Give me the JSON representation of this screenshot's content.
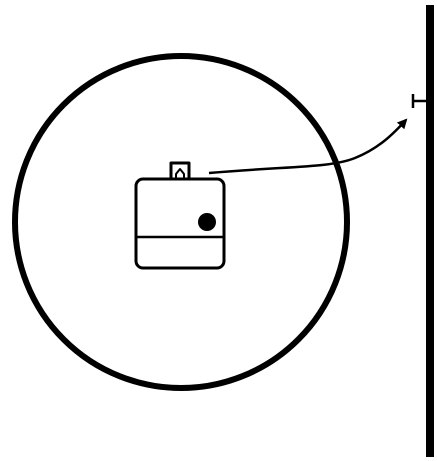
{
  "diagram": {
    "stroke_color": "#000000",
    "fill_color": "#ffffff",
    "parts": [
      {
        "key": "clock-face",
        "icon": "circle-outline"
      },
      {
        "key": "clock-movement",
        "icon": "rounded-rectangle"
      },
      {
        "key": "hanger-hook",
        "icon": "hook-loop"
      },
      {
        "key": "movement-shaft",
        "icon": "filled-dot"
      },
      {
        "key": "wall",
        "icon": "vertical-bar"
      },
      {
        "key": "wall-nail",
        "icon": "nail"
      },
      {
        "key": "hang-arrow",
        "icon": "curved-arrow"
      }
    ]
  }
}
